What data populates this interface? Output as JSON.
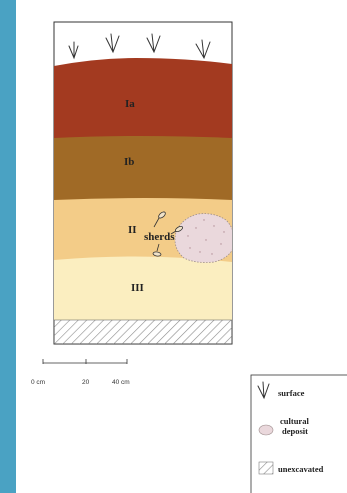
{
  "layers": [
    {
      "label": "Ia",
      "color": "#a33a20"
    },
    {
      "label": "Ib",
      "color": "#a06a26"
    },
    {
      "label": "II",
      "color": "#f3cc88"
    },
    {
      "label": "III",
      "color": "#fbeec0"
    }
  ],
  "annotation": {
    "label": "sherds"
  },
  "scale_bar": {
    "ticks": [
      "0 cm",
      "20",
      "40 cm"
    ]
  },
  "legend": {
    "surface": "surface",
    "cultural_line1": "cultural",
    "cultural_line2": "deposit",
    "unexcavated": "unexcavated"
  },
  "colors": {
    "background": "#4aa2c3",
    "deposit_fill": "#ead8dc",
    "hatch": "#8c8c8c"
  }
}
